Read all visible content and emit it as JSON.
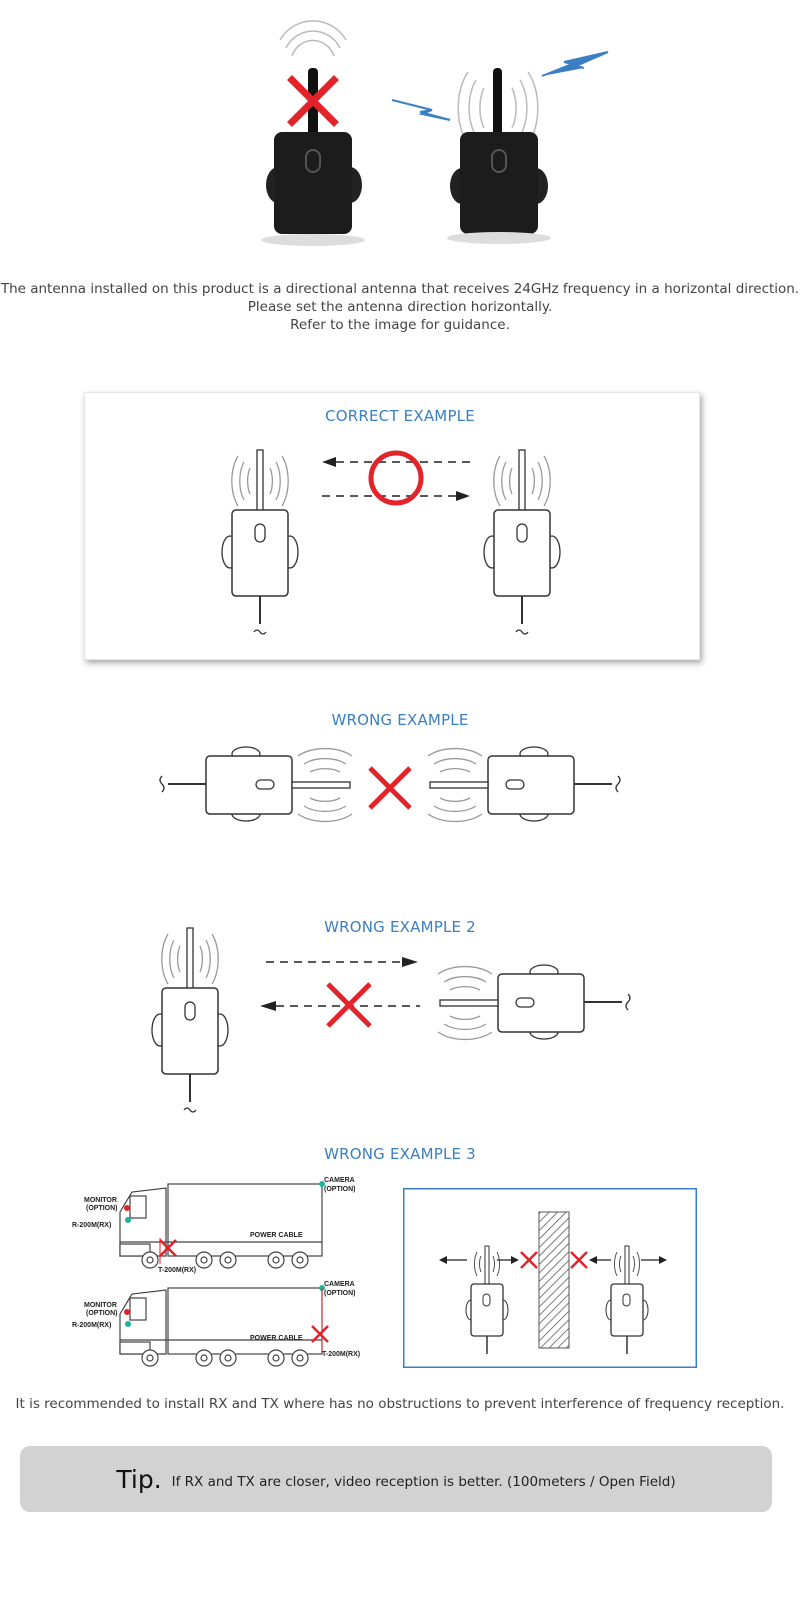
{
  "intro": {
    "line1": "The antenna installed on this product is a directional antenna that receives 24GHz frequency in a horizontal direction.",
    "line2": "Please set the antenna direction horizontally.",
    "line3": "Refer to the image for guidance."
  },
  "sections": {
    "correct": "CORRECT EXAMPLE",
    "wrong1": "WRONG EXAMPLE",
    "wrong2": "WRONG EXAMPLE 2",
    "wrong3": "WRONG EXAMPLE 3"
  },
  "truck_labels": {
    "monitor": "MONITOR",
    "option": "(OPTION)",
    "receiver": "R-200M(RX)",
    "camera": "CAMERA",
    "power_cable": "POWER CABLE",
    "transmitter": "T-200M(RX)"
  },
  "note": "It is recommended to install RX and TX where has no obstructions to prevent interference of frequency reception.",
  "tip": {
    "label": "Tip.",
    "text": "If RX and TX are closer, video reception is better.  (100meters / Open Field)"
  },
  "colors": {
    "accent_blue": "#3a7fc4",
    "cross_red": "#e2232a",
    "signal_blue": "#3a7fc4"
  }
}
